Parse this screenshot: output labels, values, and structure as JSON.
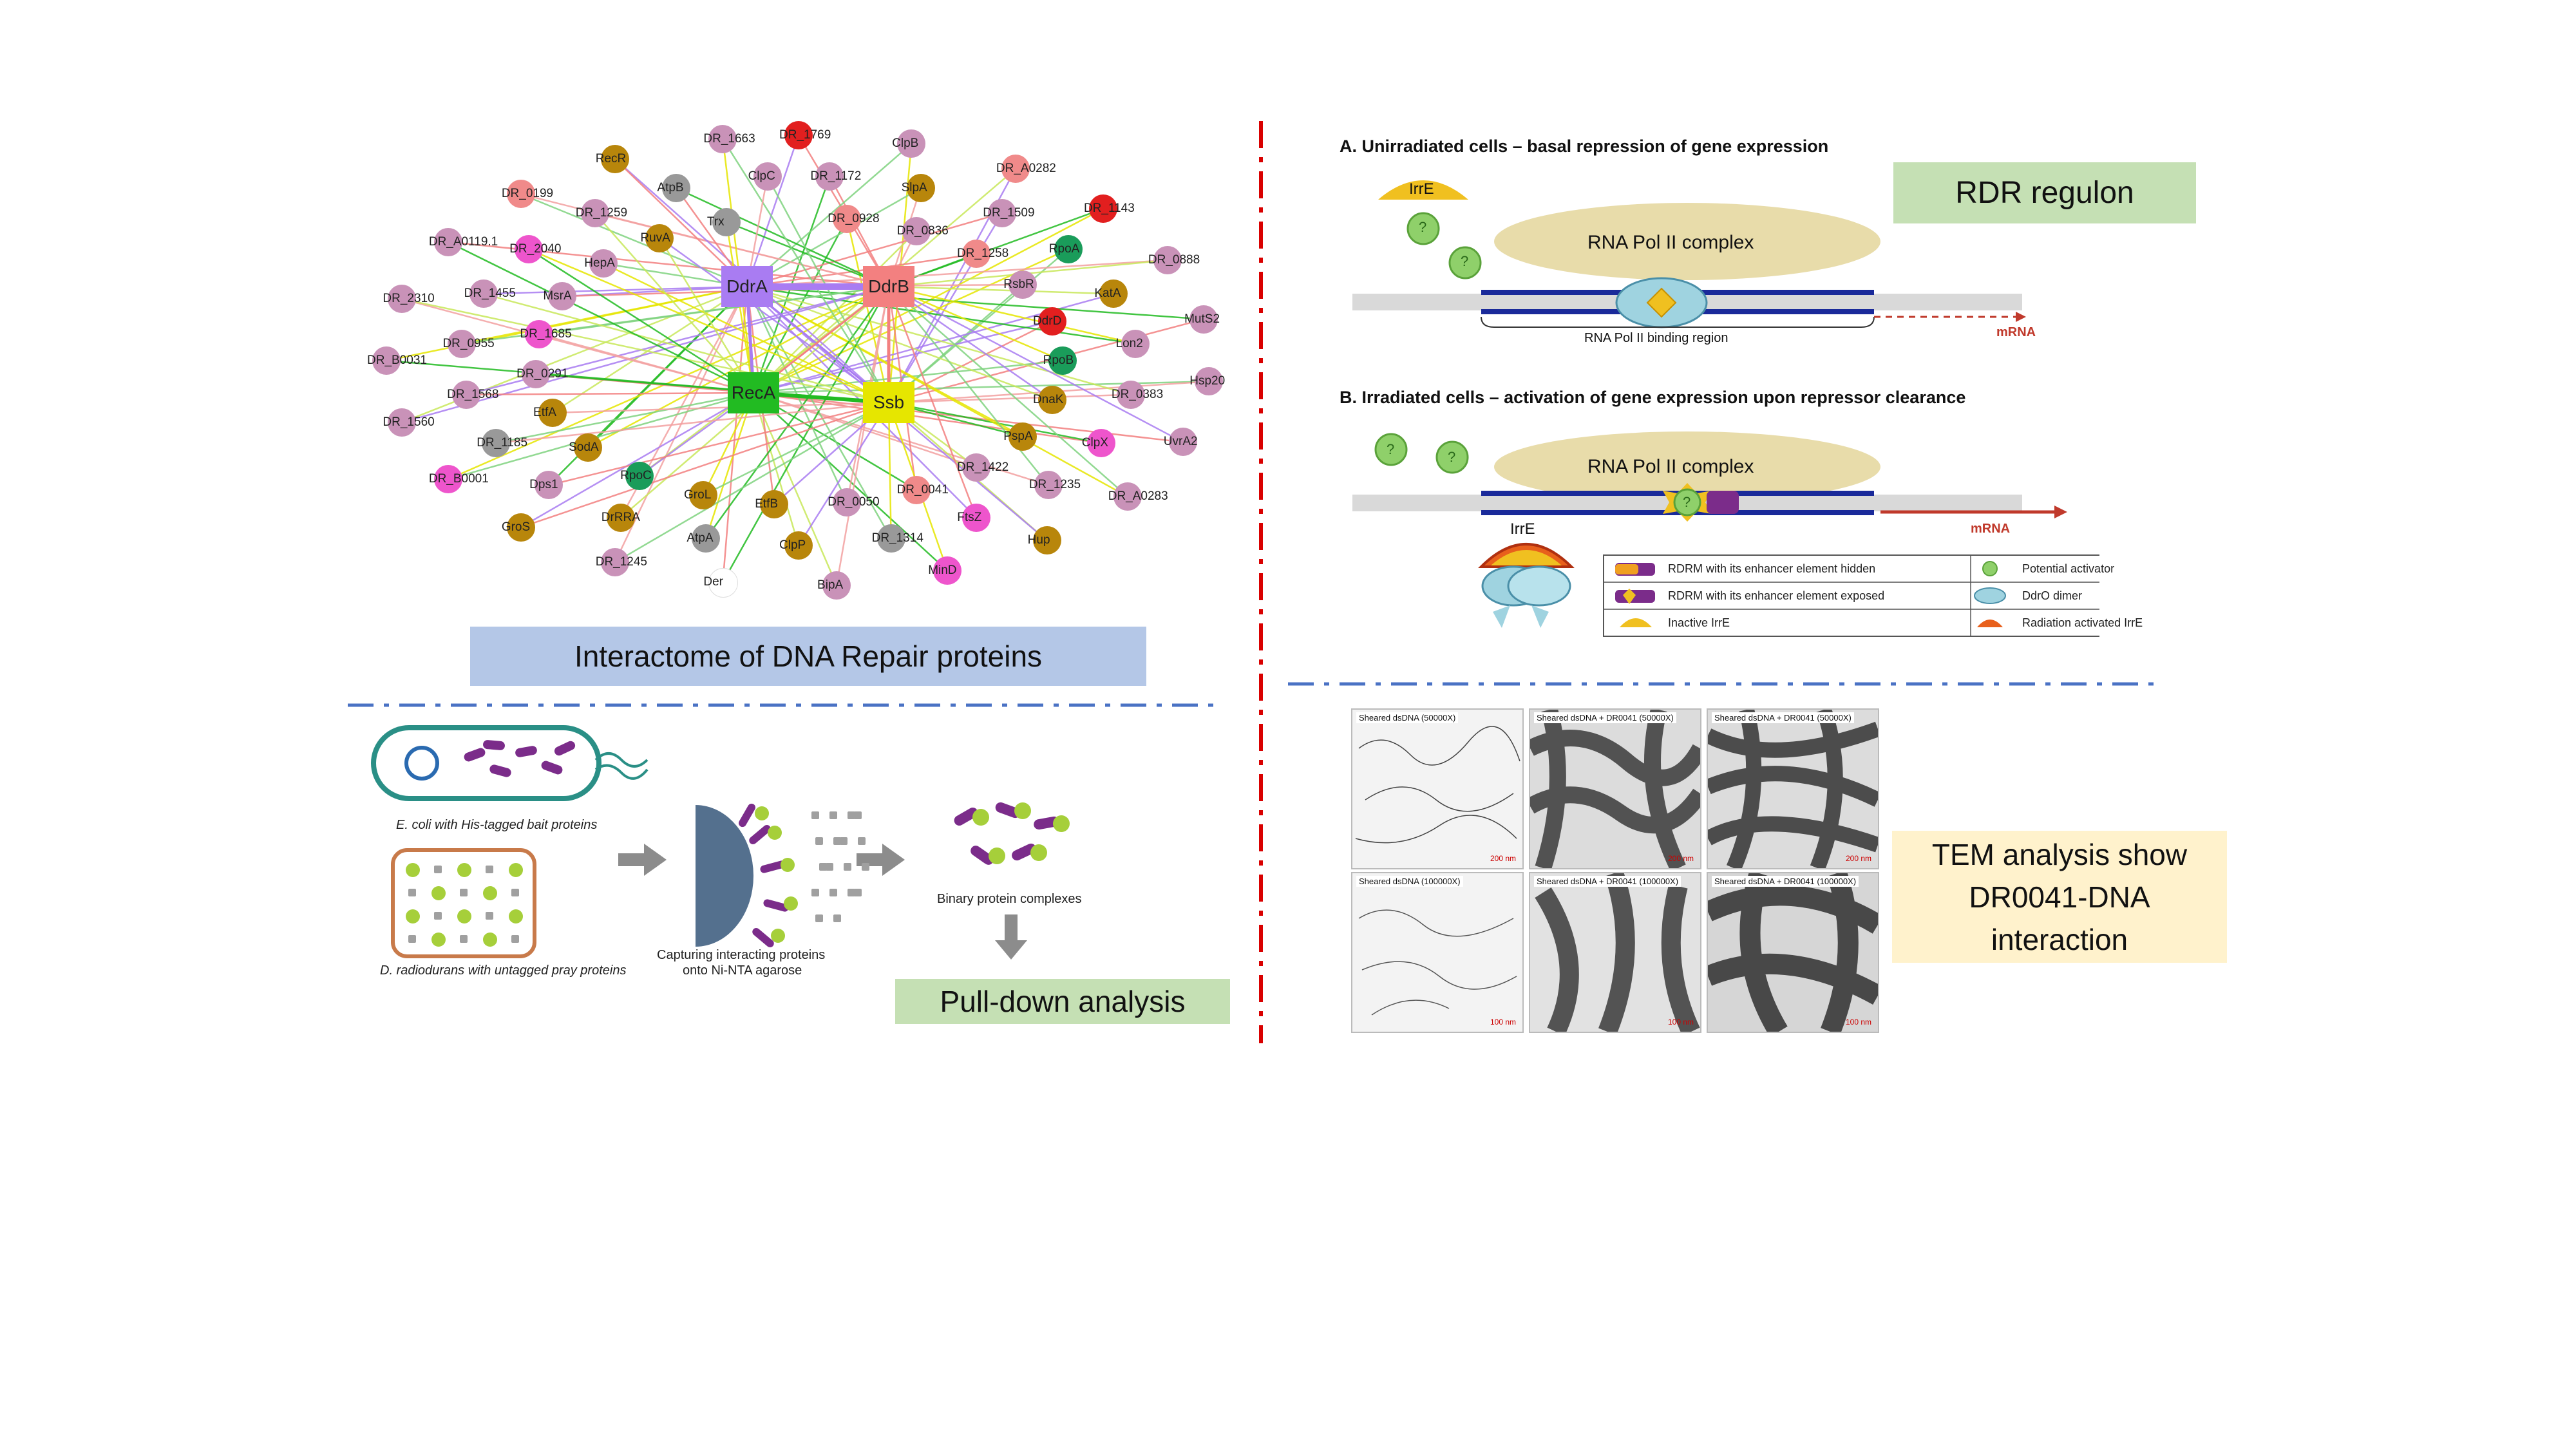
{
  "interactome": {
    "caption": "Interactome of DNA Repair proteins",
    "hubs": [
      {
        "label": "DdrA",
        "color": "#a97cf2"
      },
      {
        "label": "DdrB",
        "color": "#f38080"
      },
      {
        "label": "RecA",
        "color": "#22bb22"
      },
      {
        "label": "Ssb",
        "color": "#e6e600"
      }
    ],
    "nodes": [
      {
        "label": "DR_1769",
        "color": "#e21f1f"
      },
      {
        "label": "DR_1172",
        "color": "#c992b8"
      },
      {
        "label": "DR_0928",
        "color": "#f08a8a"
      },
      {
        "label": "ClpB",
        "color": "#c992b8"
      },
      {
        "label": "SlpA",
        "color": "#b8860b"
      },
      {
        "label": "DR_0836",
        "color": "#c992b8"
      },
      {
        "label": "DR_A0282",
        "color": "#f08a8a"
      },
      {
        "label": "DR_1509",
        "color": "#c992b8"
      },
      {
        "label": "DR_1258",
        "color": "#f08a8a"
      },
      {
        "label": "DR_1143",
        "color": "#e21f1f"
      },
      {
        "label": "RpoA",
        "color": "#1a9c5a"
      },
      {
        "label": "RsbR",
        "color": "#c992b8"
      },
      {
        "label": "DR_0888",
        "color": "#c992b8"
      },
      {
        "label": "KatA",
        "color": "#b8860b"
      },
      {
        "label": "DdrD",
        "color": "#e21f1f"
      },
      {
        "label": "MutS2",
        "color": "#c992b8"
      },
      {
        "label": "Lon2",
        "color": "#c992b8"
      },
      {
        "label": "RpoB",
        "color": "#1a9c5a"
      },
      {
        "label": "Hsp20",
        "color": "#c992b8"
      },
      {
        "label": "DR_0383",
        "color": "#c992b8"
      },
      {
        "label": "DnaK",
        "color": "#b8860b"
      },
      {
        "label": "UvrA2",
        "color": "#c992b8"
      },
      {
        "label": "ClpX",
        "color": "#ee55cc"
      },
      {
        "label": "PspA",
        "color": "#b8860b"
      },
      {
        "label": "DR_A0283",
        "color": "#c992b8"
      },
      {
        "label": "DR_1235",
        "color": "#c992b8"
      },
      {
        "label": "DR_1422",
        "color": "#c992b8"
      },
      {
        "label": "Hup",
        "color": "#b8860b"
      },
      {
        "label": "FtsZ",
        "color": "#ee55cc"
      },
      {
        "label": "DR_0041",
        "color": "#f08a8a"
      },
      {
        "label": "MinD",
        "color": "#ee55cc"
      },
      {
        "label": "DR_1314",
        "color": "#999999"
      },
      {
        "label": "DR_0050",
        "color": "#c992b8"
      },
      {
        "label": "BipA",
        "color": "#c992b8"
      },
      {
        "label": "ClpP",
        "color": "#b8860b"
      },
      {
        "label": "EtfB",
        "color": "#b8860b"
      },
      {
        "label": "Der",
        "color": "#ffffff"
      },
      {
        "label": "AtpA",
        "color": "#999999"
      },
      {
        "label": "GroL",
        "color": "#b8860b"
      },
      {
        "label": "DR_1245",
        "color": "#c992b8"
      },
      {
        "label": "DrRRA",
        "color": "#b8860b"
      },
      {
        "label": "RpoC",
        "color": "#1a9c5a"
      },
      {
        "label": "GroS",
        "color": "#b8860b"
      },
      {
        "label": "Dps1",
        "color": "#c992b8"
      },
      {
        "label": "SodA",
        "color": "#b8860b"
      },
      {
        "label": "DR_B0001",
        "color": "#ee55cc"
      },
      {
        "label": "DR_1185",
        "color": "#999999"
      },
      {
        "label": "EtfA",
        "color": "#b8860b"
      },
      {
        "label": "DR_1560",
        "color": "#c992b8"
      },
      {
        "label": "DR_1568",
        "color": "#c992b8"
      },
      {
        "label": "DR_0291",
        "color": "#c992b8"
      },
      {
        "label": "DR_B0031",
        "color": "#c992b8"
      },
      {
        "label": "DR_0955",
        "color": "#c992b8"
      },
      {
        "label": "DR_1685",
        "color": "#ee55cc"
      },
      {
        "label": "DR_2310",
        "color": "#c992b8"
      },
      {
        "label": "DR_1455",
        "color": "#c992b8"
      },
      {
        "label": "MsrA",
        "color": "#c992b8"
      },
      {
        "label": "DR_A0119.1",
        "color": "#c992b8"
      },
      {
        "label": "DR_2040",
        "color": "#ee55cc"
      },
      {
        "label": "HepA",
        "color": "#c992b8"
      },
      {
        "label": "DR_0199",
        "color": "#f08a8a"
      },
      {
        "label": "DR_1259",
        "color": "#c992b8"
      },
      {
        "label": "RuvA",
        "color": "#b8860b"
      },
      {
        "label": "RecR",
        "color": "#b8860b"
      },
      {
        "label": "AtpB",
        "color": "#999999"
      },
      {
        "label": "Trx",
        "color": "#999999"
      },
      {
        "label": "DR_1663",
        "color": "#c992b8"
      },
      {
        "label": "ClpC",
        "color": "#c992b8"
      }
    ]
  },
  "regulon": {
    "badge": "RDR regulon",
    "panel_a_title": "A. Unirradiated cells – basal repression of gene expression",
    "panel_b_title": "B. Irradiated cells – activation of gene expression upon repressor clearance",
    "pol_complex": "RNA Pol II complex",
    "binding_region": "RNA Pol II binding region",
    "mrna": "mRNA",
    "irre": "IrrE",
    "qmark": "?",
    "legend": [
      "RDRM with its enhancer element hidden",
      "Potential activator",
      "RDRM with its enhancer element exposed",
      "DdrO dimer",
      "Inactive IrrE",
      "Radiation activated IrrE"
    ]
  },
  "pulldown": {
    "badge": "Pull-down analysis",
    "ecoli_caption": "E. coli with His-tagged bait proteins",
    "drad_caption": "D. radiodurans with untagged pray proteins",
    "capture_caption_1": "Capturing interacting proteins",
    "capture_caption_2": "onto Ni-NTA agarose",
    "complexes_caption": "Binary protein complexes"
  },
  "tem": {
    "badge_lines": [
      "TEM analysis show",
      "DR0041-DNA",
      "interaction"
    ],
    "panels": [
      {
        "title": "Sheared dsDNA (50000X)",
        "scale": "200 nm"
      },
      {
        "title": "Sheared dsDNA + DR0041 (50000X)",
        "scale": "200 nm"
      },
      {
        "title": "Sheared dsDNA + DR0041 (50000X)",
        "scale": "200 nm"
      },
      {
        "title": "Sheared dsDNA (100000X)",
        "scale": "100 nm"
      },
      {
        "title": "Sheared dsDNA + DR0041 (100000X)",
        "scale": "100 nm"
      },
      {
        "title": "Sheared dsDNA + DR0041 (100000X)",
        "scale": "100 nm"
      }
    ]
  }
}
